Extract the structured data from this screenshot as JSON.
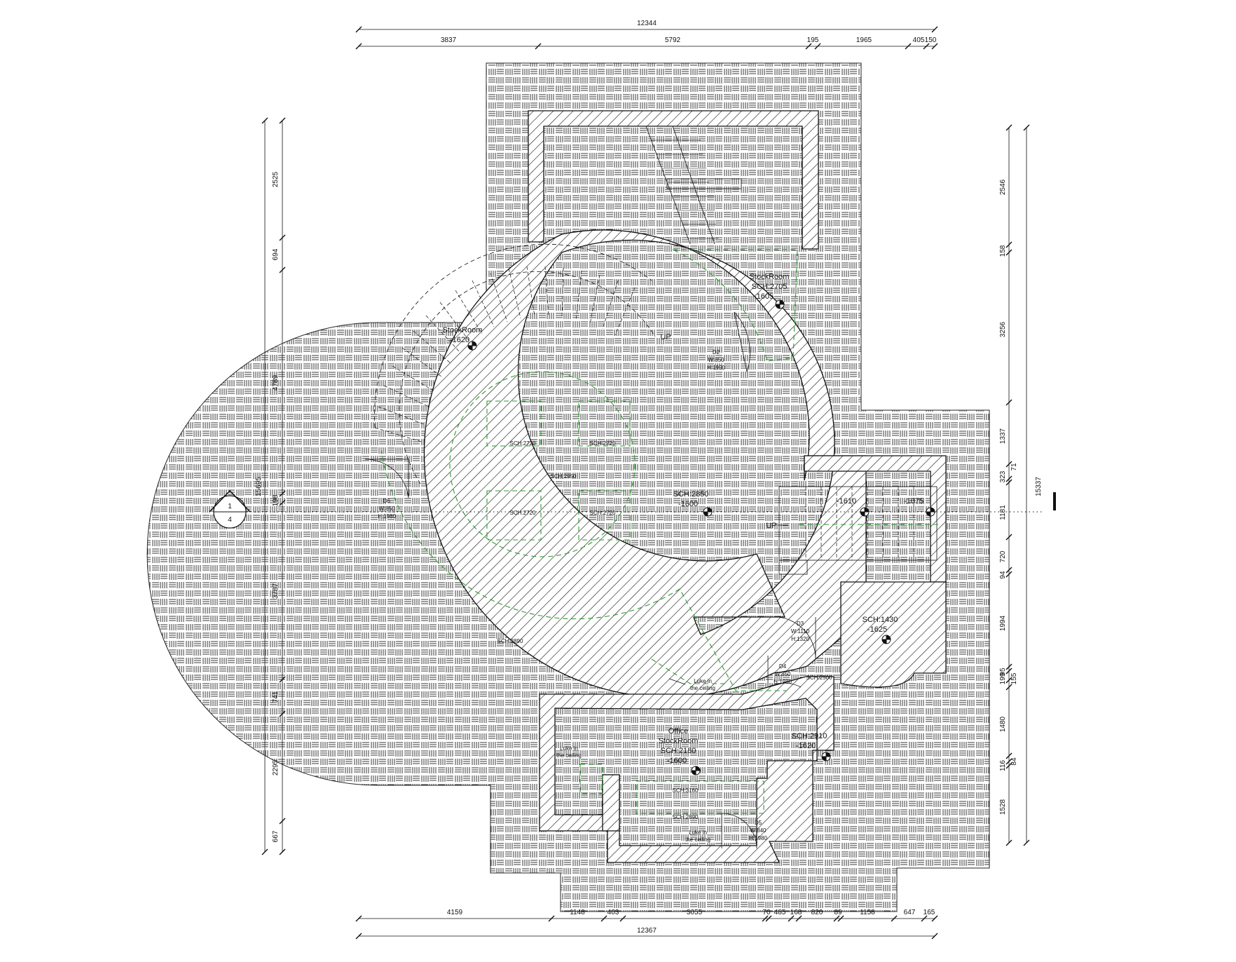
{
  "dimensions": {
    "top_overall": "12344",
    "top_segments": [
      "3837",
      "5792",
      "195",
      "1965",
      "405",
      "150"
    ],
    "bottom_segments": [
      "4159",
      "1148",
      "403",
      "3055",
      "70",
      "485",
      "168",
      "820",
      "89",
      "1158",
      "647",
      "165"
    ],
    "bottom_overall": "12367",
    "left_overall": "15695",
    "left_segments": [
      "2525",
      "694",
      "4789",
      "198",
      "3787",
      "741",
      "2295",
      "667"
    ],
    "right_overall": "15337",
    "right_segments": [
      "2546",
      "158",
      "3256",
      "1337",
      "323",
      "71",
      "1181",
      "720",
      "94",
      "1994",
      "95",
      "199",
      "155",
      "1480",
      "116",
      "84",
      "1528"
    ]
  },
  "section_marker": {
    "top": "1",
    "bottom": "4"
  },
  "rooms": {
    "stock_left": {
      "name": "StockRoom",
      "level": "-1620"
    },
    "stock_right": {
      "name": "StockRoom",
      "sch": "SCH:2705",
      "level": "-1605"
    },
    "center": {
      "sch": "SCH:2850",
      "level": "-1600"
    },
    "stair_a": {
      "level": "-1610"
    },
    "stair_b": {
      "level": "-1075"
    },
    "small": {
      "sch": "SCH:1430",
      "level": "-1625"
    },
    "office": {
      "line1": "Office",
      "line2": "StockRoom",
      "sch": "SCH:2180",
      "level": "-1600"
    },
    "office_right": {
      "sch": "SCH:2910",
      "level": "-1620"
    }
  },
  "ceiling_labels": {
    "c_tl": "SCH:2720",
    "c_tr": "SCH:2720",
    "c_mid": "SCH:2950",
    "c_bl": "SCH:2720",
    "c_br": "SCH:2720",
    "sch2890": "SCH:2890",
    "sch2500": "SCH:2500",
    "sch3160": "SCH:3160",
    "sch2890b": "SCH:2890"
  },
  "doors": {
    "d2": [
      "D2",
      "W:850",
      "H:1990"
    ],
    "d6": [
      "D6",
      "W:850",
      "H:1980"
    ],
    "d3": [
      "D3",
      "W:1110",
      "H:1320"
    ],
    "d4": [
      "D4",
      "W:850",
      "H:1980"
    ],
    "d5": [
      "D5",
      "W:840",
      "H:1980"
    ]
  },
  "notes": {
    "up1": "UP",
    "up2": "UP",
    "luke1": [
      "Luke in",
      "the ceiling"
    ],
    "luke2": [
      "Luke in",
      "the ceiling"
    ],
    "luke3": [
      "Luke in",
      "the ceiling"
    ]
  },
  "colors": {
    "line": "#111111",
    "ceiling_outline": "#2a9d2a",
    "background": "#ffffff"
  }
}
